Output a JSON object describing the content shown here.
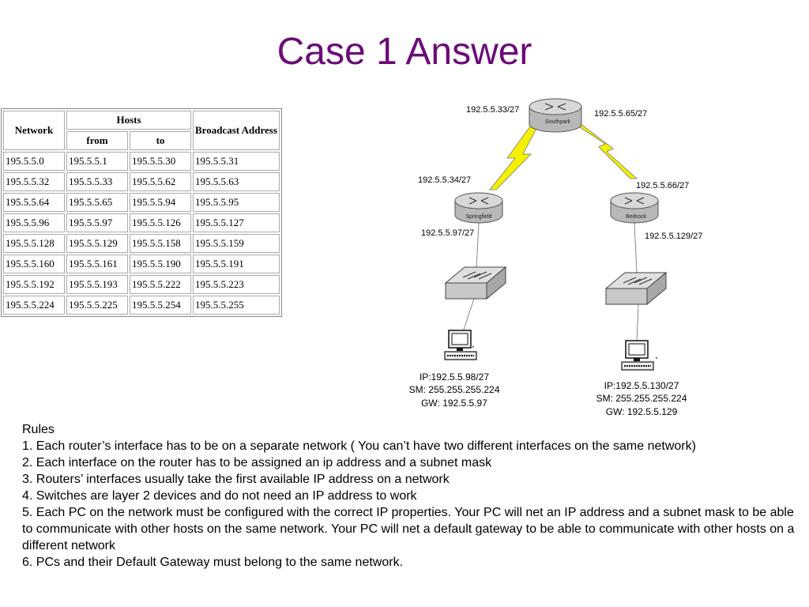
{
  "title": "Case 1 Answer",
  "table": {
    "header_network": "Network",
    "header_hosts": "Hosts",
    "header_from": "from",
    "header_to": "to",
    "header_broadcast": "Broadcast Address",
    "rows": [
      [
        "195.5.5.0",
        "195.5.5.1",
        "195.5.5.30",
        "195.5.5.31"
      ],
      [
        "195.5.5.32",
        "195.5.5.33",
        "195.5.5.62",
        "195.5.5.63"
      ],
      [
        "195.5.5.64",
        "195.5.5.65",
        "195.5.5.94",
        "195.5.5.95"
      ],
      [
        "195.5.5.96",
        "195.5.5.97",
        "195.5.5.126",
        "195.5.5.127"
      ],
      [
        "195.5.5.128",
        "195.5.5.129",
        "195.5.5.158",
        "195.5.5.159"
      ],
      [
        "195.5.5.160",
        "195.5.5.161",
        "195.5.5.190",
        "195.5.5.191"
      ],
      [
        "195.5.5.192",
        "195.5.5.193",
        "195.5.5.222",
        "195.5.5.223"
      ],
      [
        "195.5.5.224",
        "195.5.5.225",
        "195.5.5.254",
        "195.5.5.255"
      ]
    ]
  },
  "diagram": {
    "routers": {
      "southpark": "Southpark",
      "springfield": "Springfield",
      "bedrock": "Bedrock"
    },
    "interfaces": {
      "southpark_left": "192.5.5.33/27",
      "southpark_right": "192.5.5.65/27",
      "springfield_serial": "192.5.5.34/27",
      "springfield_lan": "192.5.5.97/27",
      "bedrock_serial": "192.5.5.66/27",
      "bedrock_lan": "192.5.5.129/27"
    },
    "pc_left": {
      "ip": "IP:192.5.5.98/27",
      "sm": "SM:  255.255.255.224",
      "gw": "GW:  192.5.5.97"
    },
    "pc_right": {
      "ip": "IP:192.5.5.130/27",
      "sm": "SM:  255.255.255.224",
      "gw": "GW:  192.5.5.129"
    }
  },
  "rules": {
    "heading": "Rules",
    "items": [
      "1.  Each router’s interface has to be on a separate network ( You can’t have two different interfaces on the same network)",
      "2. Each interface on the router has to be assigned an ip address and a subnet mask",
      "3. Routers’ interfaces usually take the first available IP address on a network",
      "4. Switches are layer 2 devices and do not need an IP address to work",
      "5. Each PC on the network must be configured with the correct IP properties.  Your PC will net an IP address and a subnet mask to be able to communicate with other hosts on the same network.  Your PC will net a default gateway to be able to communicate with other hosts on a different network",
      "6.  PCs and their Default Gateway must belong to the same network."
    ]
  },
  "colors": {
    "title": "#6c0a78",
    "serial_link": "#f5f000",
    "router_body": "#c8c8c8",
    "switch_body": "#d0d0d0"
  }
}
